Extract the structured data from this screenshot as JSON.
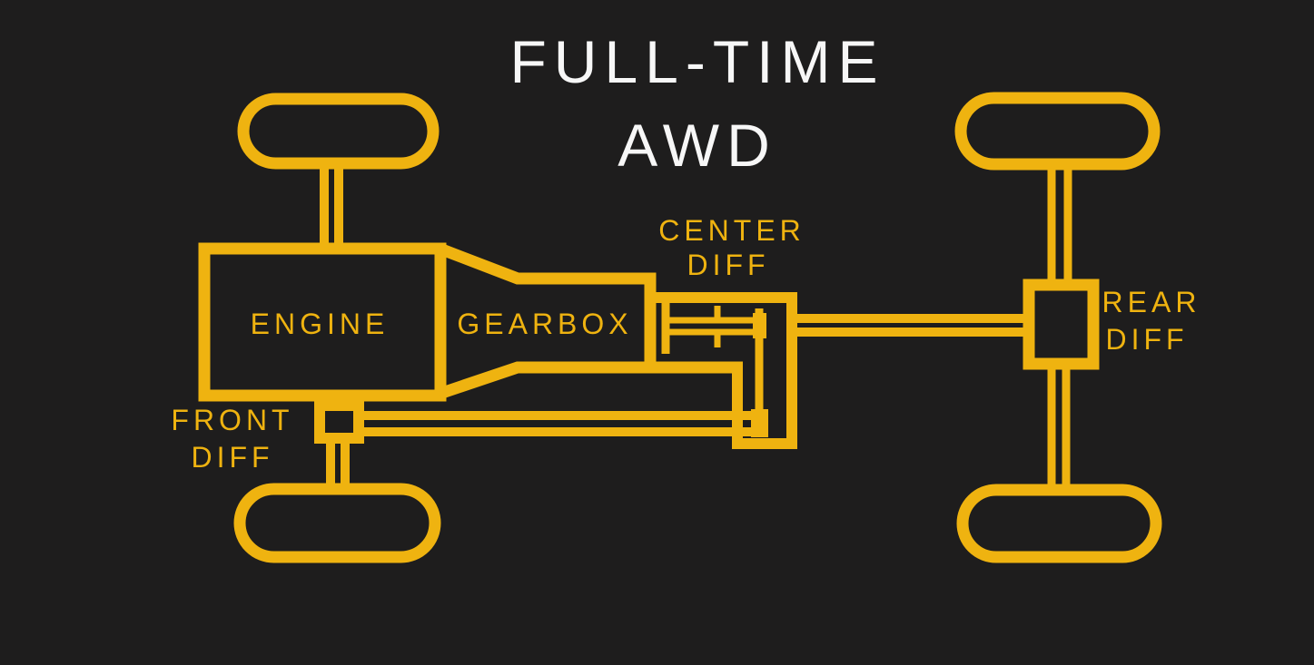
{
  "title": {
    "line1": "FULL-TIME",
    "line2": "AWD"
  },
  "components": {
    "engine": {
      "label": "ENGINE"
    },
    "gearbox": {
      "label": "GEARBOX"
    },
    "center_diff": {
      "label_line1": "CENTER",
      "label_line2": "DIFF"
    },
    "front_diff": {
      "label_line1": "FRONT",
      "label_line2": "DIFF"
    },
    "rear_diff": {
      "label_line1": "REAR",
      "label_line2": "DIFF"
    }
  },
  "diagram": {
    "type": "drivetrain-schematic",
    "wheel_count": 4,
    "driven_axles": [
      "front",
      "rear"
    ]
  },
  "colors": {
    "background": "#1e1d1d",
    "accent": "#efb310",
    "title": "#f7f7f7"
  }
}
